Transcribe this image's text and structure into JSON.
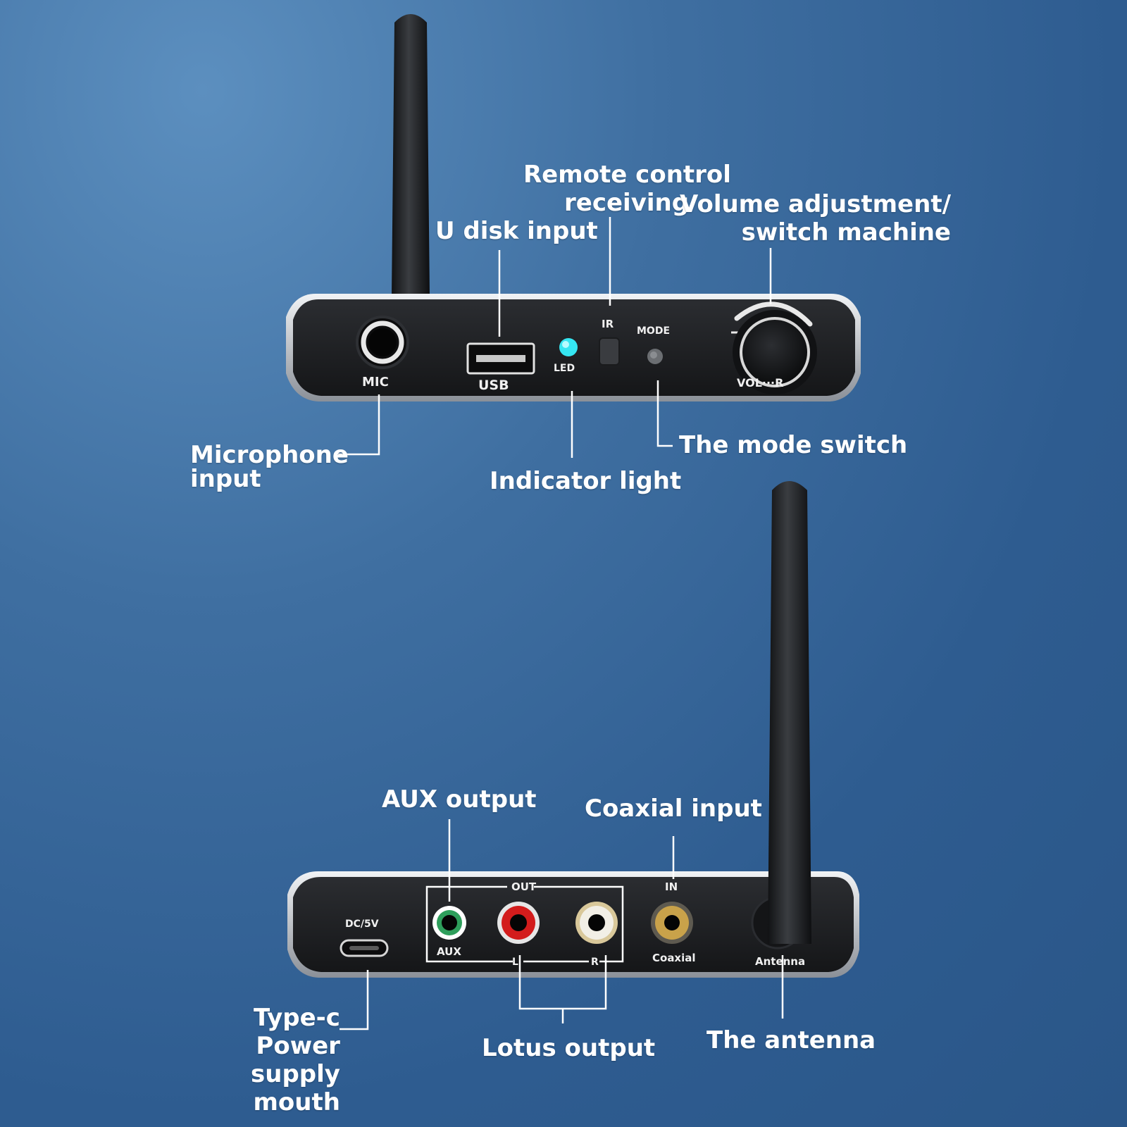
{
  "front_panel": {
    "port_labels": {
      "mic": "MIC",
      "usb": "USB",
      "led": "LED",
      "ir": "IR",
      "mode": "MODE",
      "vol": "VOL···R"
    },
    "callouts": {
      "u_disk": "U disk input",
      "remote_line1": "Remote control",
      "remote_line2": "receiving",
      "volume_line1": "Volume adjustment/",
      "volume_line2": "switch machine",
      "microphone_line1": "Microphone",
      "microphone_line2": "input",
      "indicator": "Indicator light",
      "mode_switch": "The mode switch"
    },
    "colors": {
      "led": "#35e6f2",
      "body": "#1f2124",
      "trim": "#d9dde2"
    }
  },
  "rear_panel": {
    "port_labels": {
      "dc": "DC/5V",
      "out": "OUT",
      "aux": "AUX",
      "l": "L",
      "r": "R",
      "in": "IN",
      "coaxial": "Coaxial",
      "antenna": "Antenna"
    },
    "callouts": {
      "aux_output": "AUX output",
      "coaxial_input": "Coaxial input",
      "typec_line1": "Type-c",
      "typec_line2": "Power",
      "typec_line3": "supply",
      "typec_line4": "mouth",
      "lotus": "Lotus output",
      "antenna": "The antenna"
    },
    "colors": {
      "aux_ring": "#2e9e5b",
      "l_ring": "#d31c1c",
      "r_ring": "#f2efe6",
      "coax_ring": "#c9a24a"
    }
  }
}
